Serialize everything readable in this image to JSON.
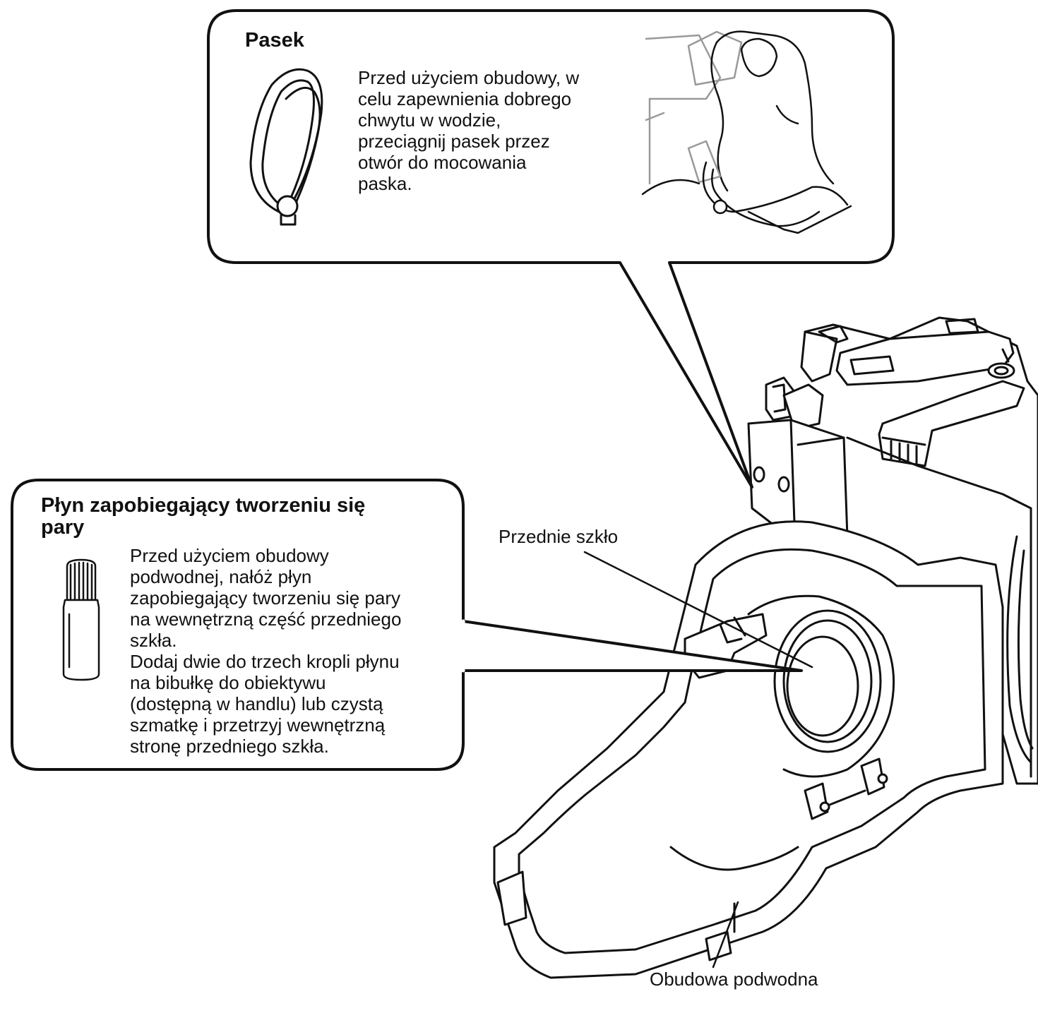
{
  "strap_callout": {
    "title": "Pasek",
    "body": "Przed użyciem obudowy, w\ncelu zapewnienia dobrego\nchwytu w wodzie,\nprzeciągnij pasek przez\notwór do mocowania\npaska."
  },
  "antifog_callout": {
    "title": "Płyn zapobiegający tworzeniu się\npary",
    "body": "Przed użyciem obudowy\npodwodnej, nałóż płyn\nzapobiegający tworzeniu się pary\nna wewnętrzną część przedniego\nszkła.\nDodaj dwie do trzech kropli płynu\nna bibułkę do obiektywu\n(dostępną w handlu) lub czystą\nszmatkę i przetrzyj wewnętrzną\nstronę przedniego szkła."
  },
  "labels": {
    "front_glass": "Przednie szkło",
    "housing": "Obudowa podwodna"
  }
}
